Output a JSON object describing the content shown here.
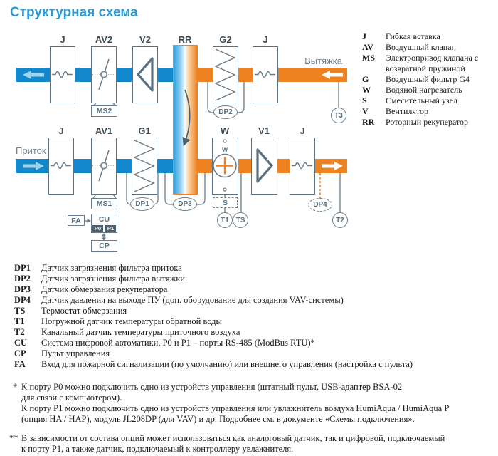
{
  "title": "Структурная схема",
  "diagram": {
    "supply_label": "Приток",
    "exhaust_label": "Вытяжка",
    "top_blocks": [
      {
        "label": "J"
      },
      {
        "label": "AV2"
      },
      {
        "label": "V2"
      },
      {
        "label": "RR"
      },
      {
        "label": "G2"
      },
      {
        "label": "J"
      }
    ],
    "bottom_blocks": [
      {
        "label": "J"
      },
      {
        "label": "AV1"
      },
      {
        "label": "G1"
      },
      {
        "label": "W"
      },
      {
        "label": "V1"
      },
      {
        "label": "J"
      }
    ],
    "w_inner_label": "w",
    "boxes": {
      "ms2": "MS2",
      "ms1": "MS1",
      "fa": "FA",
      "cu": "CU",
      "p0": "P0",
      "p1": "P1",
      "cp": "CP",
      "s": "S"
    },
    "sensors": {
      "dp1": "DP1",
      "dp2": "DP2",
      "dp3": "DP3",
      "dp4": "DP4",
      "t1": "T1",
      "ts": "TS",
      "t2": "T2",
      "t3": "T3"
    },
    "colors": {
      "duct_blue": "#1488cc",
      "duct_orange": "#ef8220",
      "line_gray": "#6a7c89",
      "title_blue": "#2b9bd8"
    }
  },
  "legend": [
    {
      "term": "J",
      "desc": "Гибкая вставка"
    },
    {
      "term": "AV",
      "desc": "Воздушный клапан"
    },
    {
      "term": "MS",
      "desc": "Электропривод клапана с возвратной пружиной"
    },
    {
      "term": "G",
      "desc": "Воздушный фильтр G4"
    },
    {
      "term": "W",
      "desc": "Водяной нагреватель"
    },
    {
      "term": "S",
      "desc": "Смесительный узел"
    },
    {
      "term": "V",
      "desc": "Вентилятор"
    },
    {
      "term": "RR",
      "desc": "Роторный рекуператор"
    }
  ],
  "definitions": [
    {
      "term": "DP1",
      "desc": "Датчик загрязнения фильтра притока"
    },
    {
      "term": "DP2",
      "desc": "Датчик загрязнения фильтра вытяжки"
    },
    {
      "term": "DP3",
      "desc": "Датчик обмерзания рекуператора"
    },
    {
      "term": "DP4",
      "desc": "Датчик давления на выходе ПУ (доп. оборудование для создания VAV-системы)"
    },
    {
      "term": "TS",
      "desc": "Термостат обмерзания"
    },
    {
      "term": "T1",
      "desc": "Погружной датчик температуры обратной воды"
    },
    {
      "term": "T2",
      "desc": "Канальный датчик температуры приточного воздуха"
    },
    {
      "term": "CU",
      "desc": "Система цифровой автоматики, P0 и P1 – порты RS-485 (ModBus RTU)*"
    },
    {
      "term": "CP",
      "desc": "Пульт управления"
    },
    {
      "term": "FA",
      "desc": "Вход для пожарной сигнализации (по умолчанию) или внешнего управления (настройка с пульта)"
    }
  ],
  "footnotes": {
    "first_marker": "*",
    "first_lines": [
      "К порту P0 можно подключить одно из устройств управления (штатный пульт, USB-адаптер BSA-02",
      "для связи с компьютером).",
      "К порту P1 можно подключить одно из устройств управления или увлажнитель воздуха HumiAqua /  HumiAqua P",
      "(опция HA / HAP), модуль JL208DP (для VAV) и др. Подробнее см. в документе «Схемы подключения»."
    ],
    "second_marker": "**",
    "second_lines": [
      "В зависимости от состава опций может использоваться как аналоговый датчик, так и цифровой, подключаемый",
      "к порту P1, а также датчик, подключаемый к контроллеру увлажнителя."
    ]
  }
}
